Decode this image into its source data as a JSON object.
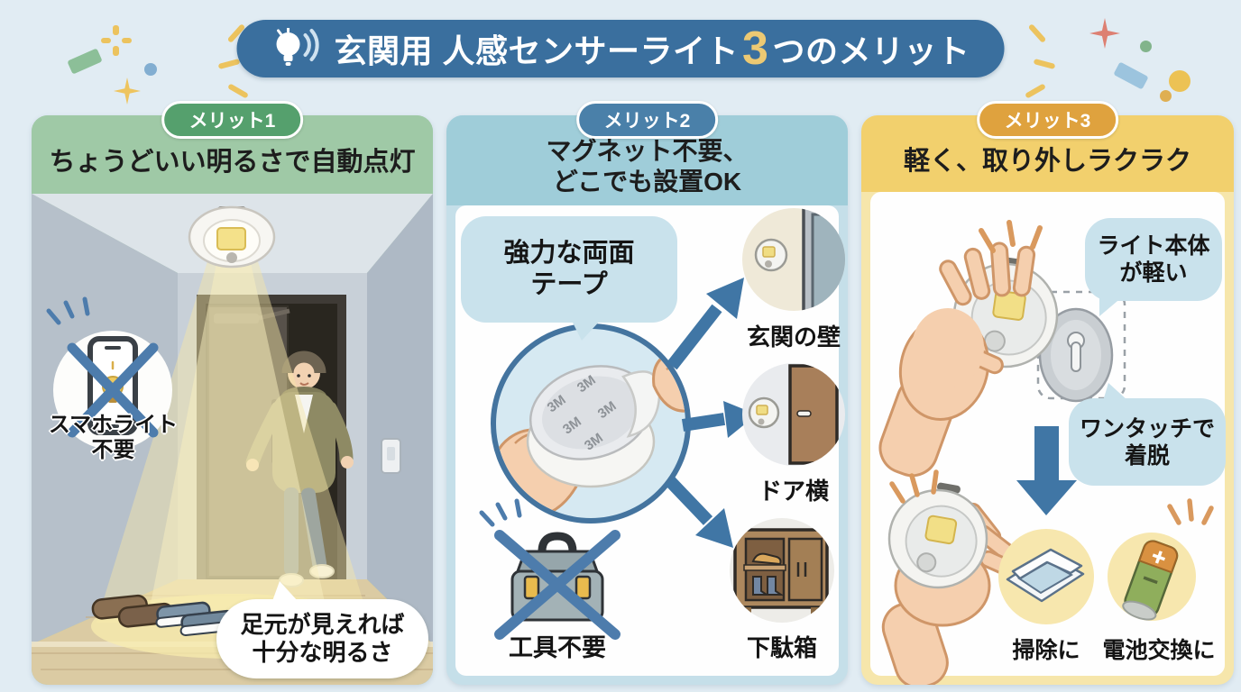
{
  "header": {
    "title_prefix": "玄関用 人感センサーライト",
    "title_number": "3",
    "title_suffix": "つのメリット"
  },
  "merit1": {
    "badge": "メリット1",
    "title": "ちょうどいい明るさで自動点灯",
    "no_smartphone_line1": "スマホライト",
    "no_smartphone_line2": "不要",
    "footnote_line1": "足元が見えれば",
    "footnote_line2": "十分な明るさ"
  },
  "merit2": {
    "badge": "メリット2",
    "title_line1": "マグネット不要、",
    "title_line2": "どこでも設置OK",
    "tape_line1": "強力な両面",
    "tape_line2": "テープ",
    "tape_brand": "3M",
    "location_wall": "玄関の壁",
    "location_door": "ドア横",
    "location_shoebox": "下駄箱",
    "no_tools": "工具不要"
  },
  "merit3": {
    "badge": "メリット3",
    "title": "軽く、取り外しラクラク",
    "lightweight_line1": "ライト本体",
    "lightweight_line2": "が軽い",
    "onetouch_line1": "ワンタッチで",
    "onetouch_line2": "着脱",
    "use_cleaning": "掃除に",
    "use_battery": "電池交換に"
  },
  "icons": {
    "header_icon": "lightbulb-icon",
    "merit1_icons": [
      "ceiling-sensor-light",
      "no-smartphone-icon",
      "cross-icon"
    ],
    "merit2_icons": [
      "tape-peel-illustration",
      "arrow-icon",
      "wall-location-icon",
      "door-location-icon",
      "shoebox-location-icon",
      "toolbox-icon",
      "cross-icon"
    ],
    "merit3_icons": [
      "sensor-light-icon",
      "mounting-plate-icon",
      "down-arrow-icon",
      "cleaning-cloth-icon",
      "battery-icon"
    ]
  },
  "colors": {
    "background": "#e1ecf3",
    "header_bg": "#3a6f9e",
    "header_number": "#ecc973",
    "merit1_badge": "#55a06d",
    "merit1_header": "#9fc9a6",
    "merit2_badge": "#4a80a9",
    "merit2_header": "#9fcdd9",
    "merit2_frame": "#c5dfe9",
    "merit3_badge": "#dfa23e",
    "merit3_header": "#f2d06d",
    "merit3_frame": "#f6e6ab",
    "bubble_blue": "#c9e2ec",
    "arrow_blue": "#4076a5",
    "cross_blue": "#4d7cac",
    "light_glow": "#f6e7a6"
  }
}
